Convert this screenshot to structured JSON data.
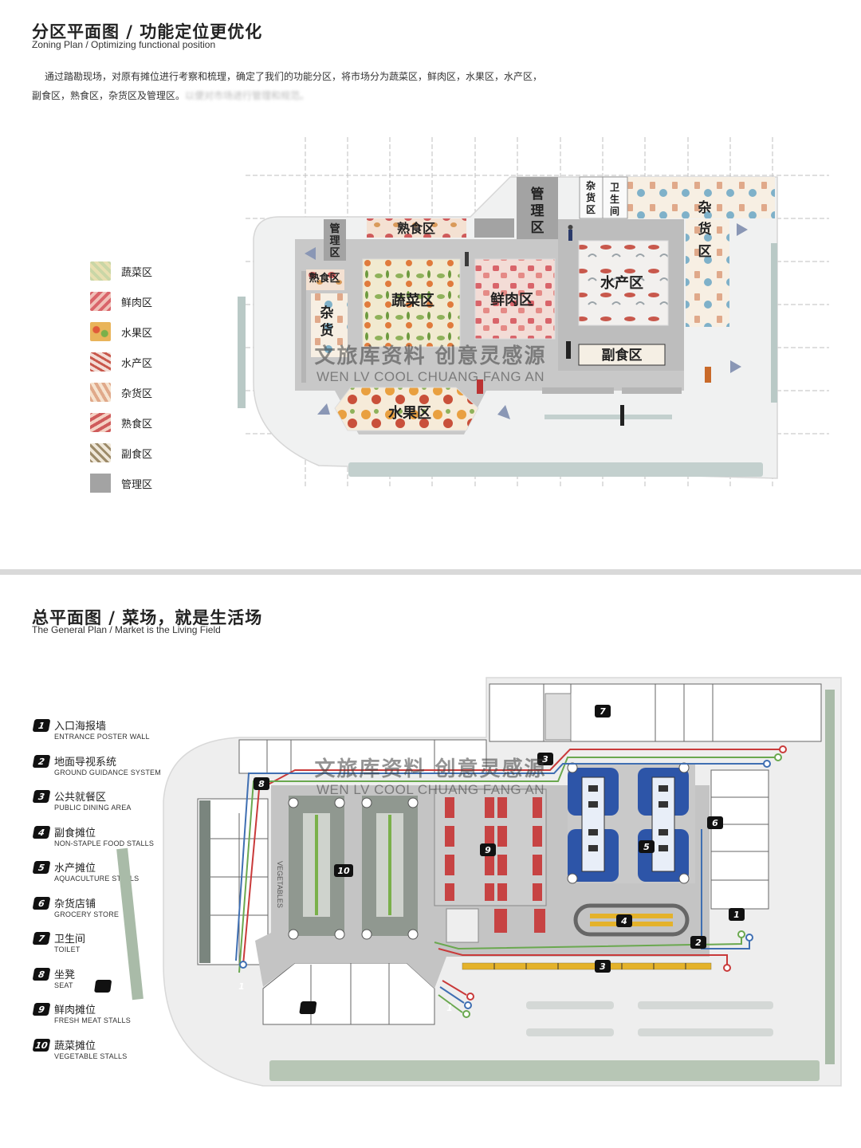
{
  "zoning": {
    "title": "分区平面图 / 功能定位更优化",
    "subtitle": "Zoning Plan / Optimizing functional position",
    "intro_line1": "通过踏勘现场，对原有摊位进行考察和梳理，确定了我们的功能分区，将市场分为蔬菜区，鲜肉区，水果区，水产区，",
    "intro_line2": "副食区，熟食区，杂货区及管理区。",
    "intro_blurred": "以便对市场进行管理和规范。",
    "legend": [
      {
        "label": "蔬菜区",
        "color": "#c9d6a6"
      },
      {
        "label": "鲜肉区",
        "color": "#d9646a"
      },
      {
        "label": "水果区",
        "color": "#e9b45a"
      },
      {
        "label": "水产区",
        "color": "#c8584c"
      },
      {
        "label": "杂货区",
        "color": "#e0a98a"
      },
      {
        "label": "熟食区",
        "color": "#cf5b5b"
      },
      {
        "label": "副食区",
        "color": "#9c8a68"
      },
      {
        "label": "管理区",
        "color": "#a3a3a3"
      }
    ],
    "map_labels": {
      "cooked_top": "熟食区",
      "mgmt_left_1": "管",
      "mgmt_left_2": "理",
      "mgmt_left_3": "区",
      "mgmt_top_1": "管",
      "mgmt_top_2": "理",
      "mgmt_top_3": "区",
      "misc_top_1": "杂",
      "misc_top_2": "货",
      "misc_top_3": "区",
      "wc_1": "卫",
      "wc_2": "生",
      "wc_3": "间",
      "misc_right_1": "杂",
      "misc_right_2": "货",
      "misc_right_3": "区",
      "cooked_left": "熟食区",
      "misc_left_1": "杂",
      "misc_left_2": "货",
      "veg": "蔬菜区",
      "meat": "鲜肉区",
      "aqua": "水产区",
      "nonstaple": "副食区",
      "fruit": "水果区"
    },
    "watermark_cn": "文旅库资料 创意灵感源",
    "watermark_en": "WEN LV COOL CHUANG FANG AN"
  },
  "general": {
    "title": "总平面图 / 菜场，就是生活场",
    "subtitle": "The General Plan / Market is the Living Field",
    "legend": [
      {
        "num": "1",
        "cn": "入口海报墙",
        "en": "ENTRANCE POSTER WALL"
      },
      {
        "num": "2",
        "cn": "地面导视系统",
        "en": "GROUND GUIDANCE SYSTEM"
      },
      {
        "num": "3",
        "cn": "公共就餐区",
        "en": "PUBLIC DINING AREA"
      },
      {
        "num": "4",
        "cn": "副食摊位",
        "en": "NON-STAPLE FOOD STALLS"
      },
      {
        "num": "5",
        "cn": "水产摊位",
        "en": "AQUACULTURE STALLS"
      },
      {
        "num": "6",
        "cn": "杂货店铺",
        "en": "GROCERY STORE"
      },
      {
        "num": "7",
        "cn": "卫生间",
        "en": "TOILET"
      },
      {
        "num": "8",
        "cn": "坐凳",
        "en": "SEAT"
      },
      {
        "num": "9",
        "cn": "鲜肉摊位",
        "en": "FRESH MEAT STALLS"
      },
      {
        "num": "10",
        "cn": "蔬菜摊位",
        "en": "VEGETABLE STALLS"
      }
    ],
    "markers": {
      "m1a": "1",
      "m1b": "1",
      "m1c": "1",
      "m2": "2",
      "m3a": "3",
      "m3b": "3",
      "m4": "4",
      "m5": "5",
      "m6": "6",
      "m7": "7",
      "m8": "8",
      "m9": "9",
      "m10": "10"
    },
    "veg_label": "VEGETABLES",
    "watermark_cn": "文旅库资料 创意灵感源",
    "watermark_en": "WEN LV COOL CHUANG FANG AN"
  }
}
